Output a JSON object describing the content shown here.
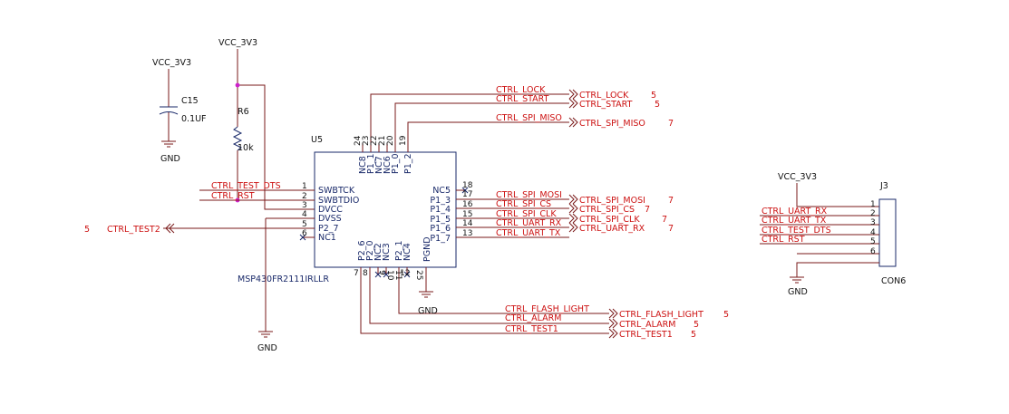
{
  "power": {
    "vcc_left": "VCC_3V3",
    "vcc_mid": "VCC_3V3",
    "vcc_right": "VCC_3V3",
    "gnd_c15": "GND",
    "gnd_dvss": "GND",
    "gnd_pgnd": "GND",
    "gnd_j3": "GND"
  },
  "c15": {
    "ref": "C15",
    "value": "0.1UF"
  },
  "r6": {
    "ref": "R6",
    "value": "10k"
  },
  "u5": {
    "ref": "U5",
    "part": "MSP430FR2111IRLLR",
    "left_pins": [
      {
        "num": "1",
        "name": "SWBTCK"
      },
      {
        "num": "2",
        "name": "SWBTDIO"
      },
      {
        "num": "3",
        "name": "DVCC"
      },
      {
        "num": "4",
        "name": "DVSS"
      },
      {
        "num": "5",
        "name": "P2_7"
      },
      {
        "num": "6",
        "name": "NC1"
      }
    ],
    "top_pins": [
      {
        "num": "24",
        "name": "NC8"
      },
      {
        "num": "23",
        "name": "P1_1"
      },
      {
        "num": "22",
        "name": "NC7"
      },
      {
        "num": "21",
        "name": "NC6"
      },
      {
        "num": "20",
        "name": "P1_0"
      },
      {
        "num": "19",
        "name": "P1_2"
      }
    ],
    "right_pins": [
      {
        "num": "18",
        "name": "NC5"
      },
      {
        "num": "17",
        "name": "P1_3"
      },
      {
        "num": "16",
        "name": "P1_4"
      },
      {
        "num": "15",
        "name": "P1_5"
      },
      {
        "num": "14",
        "name": "P1_6"
      },
      {
        "num": "13",
        "name": "P1_7"
      }
    ],
    "bottom_pins": [
      {
        "num": "7",
        "name": "P2_6"
      },
      {
        "num": "8",
        "name": "P2_0"
      },
      {
        "num": "9",
        "name": "NC2"
      },
      {
        "num": "10",
        "name": "NC3"
      },
      {
        "num": "11",
        "name": "P2_1"
      },
      {
        "num": "12",
        "name": "NC4"
      },
      {
        "num": "25",
        "name": "PGND"
      }
    ]
  },
  "nets": {
    "ctrl_lock": "CTRL_LOCK",
    "ctrl_start": "CTRL_START",
    "ctrl_spi_miso": "CTRL_SPI_MISO",
    "ctrl_spi_mosi": "CTRL_SPI_MOSI",
    "ctrl_spi_cs": "CTRL_SPI_CS",
    "ctrl_spi_clk": "CTRL_SPI_CLK",
    "ctrl_uart_rx": "CTRL_UART_RX",
    "ctrl_uart_tx": "CTRL_UART_TX",
    "ctrl_test_dts": "CTRL_TEST_DTS",
    "ctrl_rst": "CTRL_RST",
    "ctrl_test2": "CTRL_TEST2",
    "ctrl_flash_light": "CTRL_FLASH_LIGHT",
    "ctrl_alarm": "CTRL_ALARM",
    "ctrl_test1": "CTRL_TEST1"
  },
  "ports": [
    {
      "label": "CTRL_LOCK",
      "page": "5"
    },
    {
      "label": "CTRL_START",
      "page": "5"
    },
    {
      "label": "CTRL_SPI_MISO",
      "page": "7"
    },
    {
      "label": "CTRL_SPI_MOSI",
      "page": "7"
    },
    {
      "label": "CTRL_SPI_CS",
      "page": "7"
    },
    {
      "label": "CTRL_SPI_CLK",
      "page": "7"
    },
    {
      "label": "CTRL_UART_RX",
      "page": "7"
    },
    {
      "label": "CTRL_FLASH_LIGHT",
      "page": "5"
    },
    {
      "label": "CTRL_ALARM",
      "page": "5"
    },
    {
      "label": "CTRL_TEST1",
      "page": "5"
    }
  ],
  "test2_port": {
    "label": "CTRL_TEST2",
    "page": "5"
  },
  "j3": {
    "ref": "J3",
    "part": "CON6",
    "pins": [
      "1",
      "2",
      "3",
      "4",
      "5",
      "6"
    ],
    "nets": [
      "CTRL_UART_RX",
      "CTRL_UART_TX",
      "CTRL_TEST_DTS",
      "CTRL_RST"
    ]
  },
  "colors": {
    "wire": "#7a1a1a",
    "net_text": "#cc1111",
    "component": "#1a2a6a",
    "junction": "#cc22cc"
  }
}
